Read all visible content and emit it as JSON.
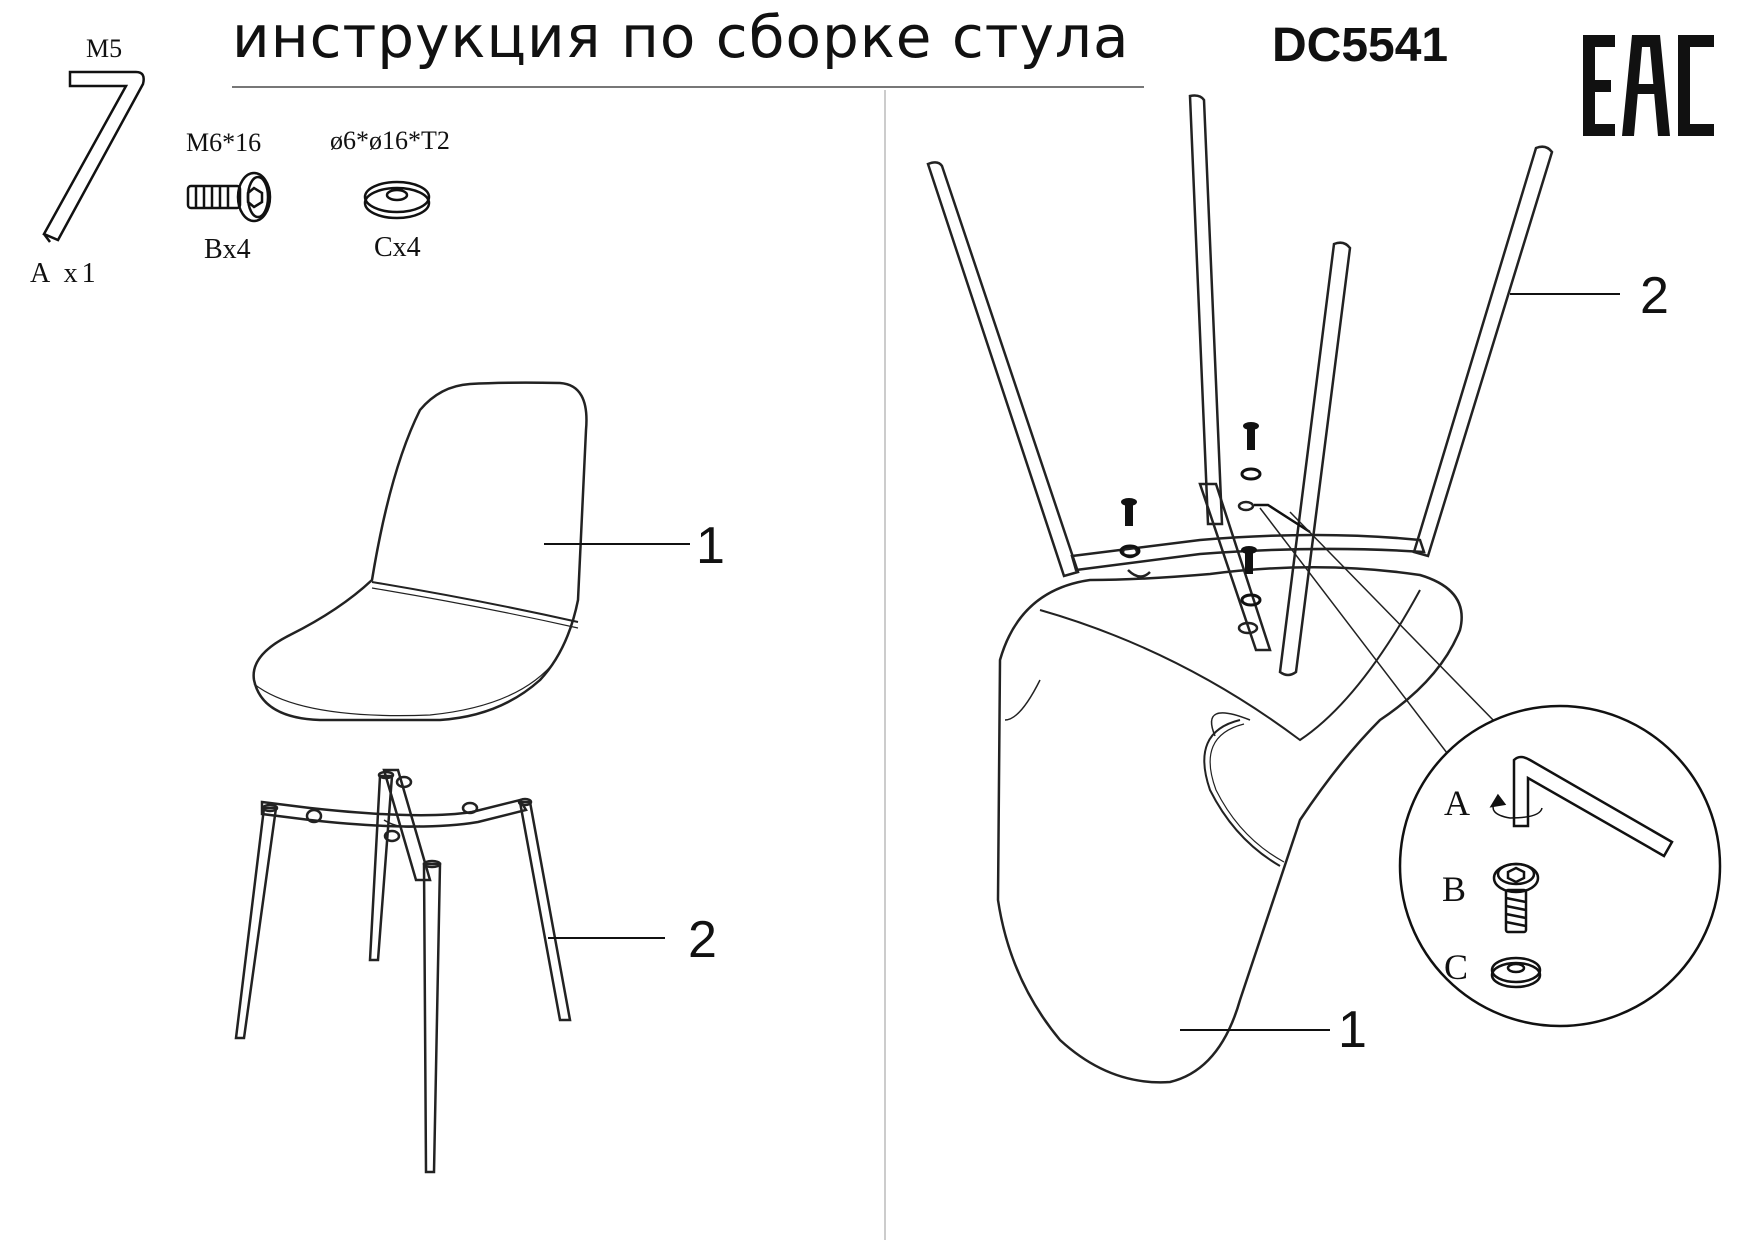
{
  "header": {
    "title": "инструкция по сборке стула",
    "model": "DC5541",
    "certification_mark": "ЕАС"
  },
  "parts": [
    {
      "id": "A",
      "size": "M5",
      "qty": "A x1"
    },
    {
      "id": "B",
      "size": "M6*16",
      "qty": "Bx4"
    },
    {
      "id": "C",
      "size": "ø6*ø16*T2",
      "qty": "Cx4"
    }
  ],
  "step1": {
    "callout_seat": "1",
    "callout_base": "2"
  },
  "step2": {
    "callout_legs": "2",
    "callout_seat": "1",
    "detail_labels": [
      "A",
      "B",
      "C"
    ]
  }
}
